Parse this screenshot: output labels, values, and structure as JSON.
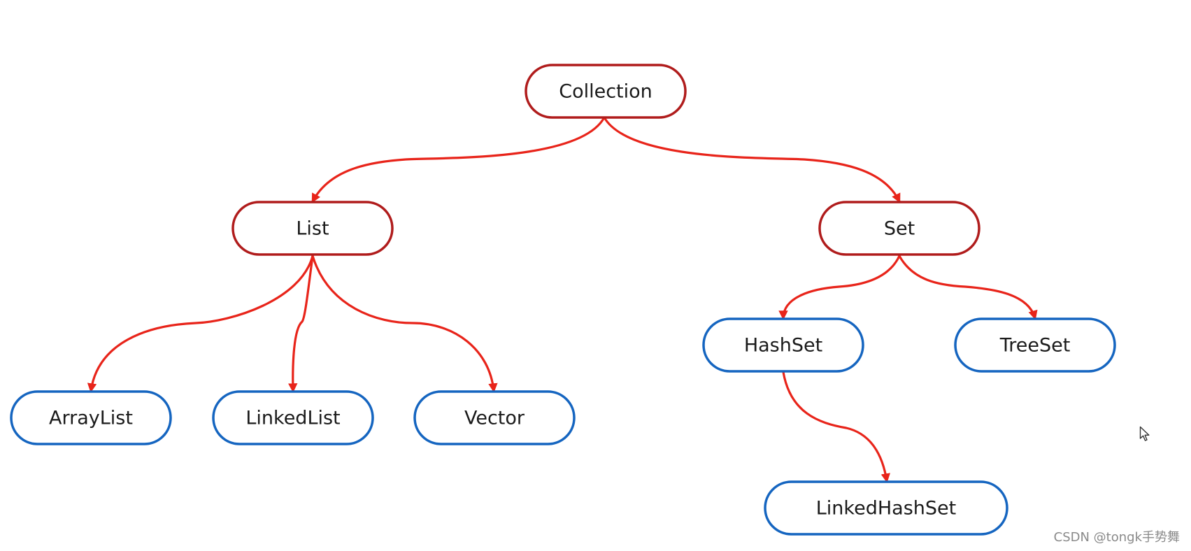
{
  "nodes": {
    "collection": {
      "label": "Collection"
    },
    "list": {
      "label": "List"
    },
    "set": {
      "label": "Set"
    },
    "arraylist": {
      "label": "ArrayList"
    },
    "linkedlist": {
      "label": "LinkedList"
    },
    "vector": {
      "label": "Vector"
    },
    "hashset": {
      "label": "HashSet"
    },
    "treeset": {
      "label": "TreeSet"
    },
    "linkedhashset": {
      "label": "LinkedHashSet"
    }
  },
  "edges": [
    {
      "from": "Collection",
      "to": "List"
    },
    {
      "from": "Collection",
      "to": "Set"
    },
    {
      "from": "List",
      "to": "ArrayList"
    },
    {
      "from": "List",
      "to": "LinkedList"
    },
    {
      "from": "List",
      "to": "Vector"
    },
    {
      "from": "Set",
      "to": "HashSet"
    },
    {
      "from": "Set",
      "to": "TreeSet"
    },
    {
      "from": "HashSet",
      "to": "LinkedHashSet"
    }
  ],
  "colors": {
    "interface_border": "#b01c1c",
    "class_border": "#1565c0",
    "arrow": "#e8241a"
  },
  "watermark": "CSDN @tongk手势舞",
  "cursor_icon": "mouse-pointer-icon"
}
